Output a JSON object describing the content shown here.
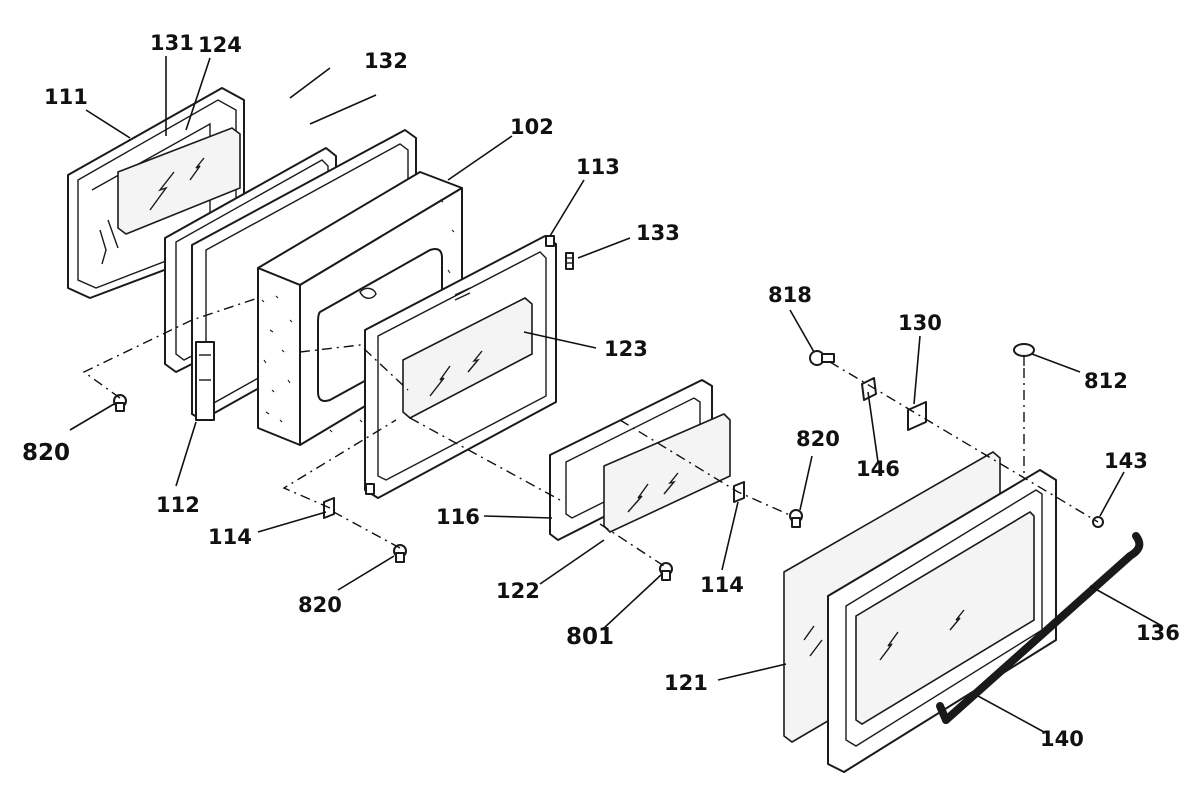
{
  "callouts": [
    {
      "id": "c111",
      "label": "111"
    },
    {
      "id": "c131",
      "label": "131"
    },
    {
      "id": "c124",
      "label": "124"
    },
    {
      "id": "c132",
      "label": "132"
    },
    {
      "id": "c102",
      "label": "102"
    },
    {
      "id": "c113",
      "label": "113"
    },
    {
      "id": "c133",
      "label": "133"
    },
    {
      "id": "c123",
      "label": "123"
    },
    {
      "id": "c820a",
      "label": "820"
    },
    {
      "id": "c112",
      "label": "112"
    },
    {
      "id": "c114a",
      "label": "114"
    },
    {
      "id": "c820b",
      "label": "820"
    },
    {
      "id": "c116",
      "label": "116"
    },
    {
      "id": "c122",
      "label": "122"
    },
    {
      "id": "c801",
      "label": "801"
    },
    {
      "id": "c114b",
      "label": "114"
    },
    {
      "id": "c820c",
      "label": "820"
    },
    {
      "id": "c818",
      "label": "818"
    },
    {
      "id": "c130",
      "label": "130"
    },
    {
      "id": "c146",
      "label": "146"
    },
    {
      "id": "c812",
      "label": "812"
    },
    {
      "id": "c143",
      "label": "143"
    },
    {
      "id": "c136",
      "label": "136"
    },
    {
      "id": "c121",
      "label": "121"
    },
    {
      "id": "c140",
      "label": "140"
    }
  ]
}
